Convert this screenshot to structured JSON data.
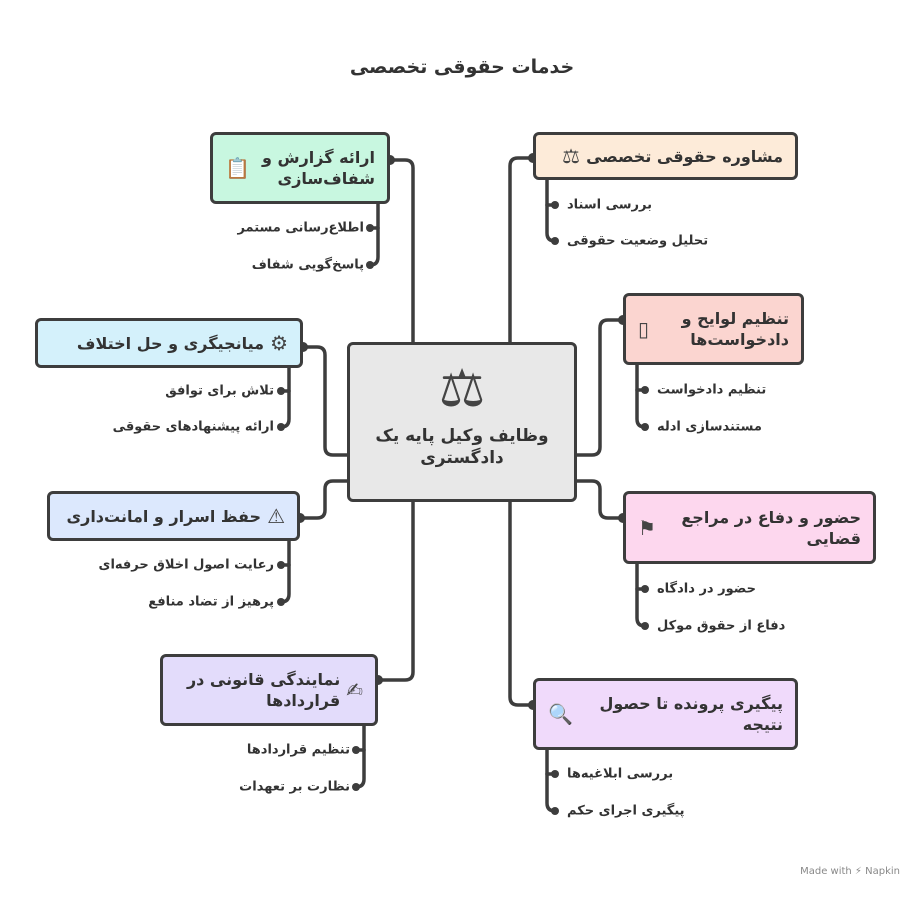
{
  "title": "خدمات حقوقی تخصصی",
  "center": {
    "label": "وظایف وکیل پایه یک دادگستری",
    "icon": "lawyer-scales-icon"
  },
  "nodes": [
    {
      "label": "ارائه گزارش و شفاف‌سازی",
      "icon": "report-chart-icon",
      "color": "#c8f7e0",
      "subs": [
        "اطلاع‌رسانی مستمر",
        "پاسخ‌گویی شفاف"
      ]
    },
    {
      "label": "مشاوره حقوقی تخصصی",
      "icon": "scales-pin-icon",
      "color": "#fdebd9",
      "subs": [
        "بررسی اسناد",
        "تحلیل وضعیت حقوقی"
      ]
    },
    {
      "label": "تنظیم لوایح و دادخواست‌ها",
      "icon": "document-icon",
      "color": "#fbd5d0",
      "subs": [
        "تنظیم دادخواست",
        "مستندسازی ادله"
      ]
    },
    {
      "label": "میانجیگری و حل اختلاف",
      "icon": "people-gear-icon",
      "color": "#d4f1fb",
      "subs": [
        "تلاش برای توافق",
        "ارائه پیشنهادهای حقوقی"
      ]
    },
    {
      "label": "حفظ اسرار و امانت‌داری",
      "icon": "user-warning-icon",
      "color": "#dce8fd",
      "subs": [
        "رعایت اصول اخلاق حرفه‌ای",
        "پرهیز از تضاد منافع"
      ]
    },
    {
      "label": "حضور و دفاع در مراجع قضایی",
      "icon": "courtroom-icon",
      "color": "#fdd7ee",
      "subs": [
        "حضور در دادگاه",
        "دفاع از حقوق موکل"
      ]
    },
    {
      "label": "نمایندگی قانونی در قراردادها",
      "icon": "contract-icon",
      "color": "#e3dcfb",
      "subs": [
        "تنظیم قراردادها",
        "نظارت بر تعهدات"
      ]
    },
    {
      "label": "پیگیری پرونده تا حصول نتیجه",
      "icon": "search-user-icon",
      "color": "#f0dafb",
      "subs": [
        "بررسی ابلاغیه‌ها",
        "پیگیری اجرای حکم"
      ]
    }
  ],
  "footer": "Made with ⚡ Napkin"
}
